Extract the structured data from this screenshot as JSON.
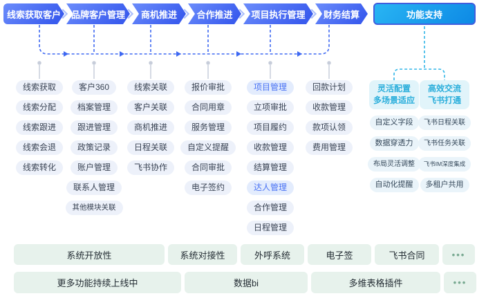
{
  "flow": {
    "stages": [
      "线索获取客户",
      "品牌客户管理",
      "商机推进",
      "合作推进",
      "项目执行管理",
      "财务结算"
    ],
    "support_label": "功能支持"
  },
  "columns": [
    {
      "stage": "线索获取客户",
      "items": [
        {
          "label": "线索获取"
        },
        {
          "label": "线索分配"
        },
        {
          "label": "线索跟进"
        },
        {
          "label": "线索会退"
        },
        {
          "label": "线索转化"
        }
      ]
    },
    {
      "stage": "品牌客户管理",
      "items": [
        {
          "label": "客户360"
        },
        {
          "label": "档案管理"
        },
        {
          "label": "跟进管理"
        },
        {
          "label": "政策记录"
        },
        {
          "label": "账户管理"
        },
        {
          "label": "联系人管理"
        },
        {
          "label": "其他模块关联"
        }
      ]
    },
    {
      "stage": "商机推进",
      "items": [
        {
          "label": "线索关联"
        },
        {
          "label": "客户关联"
        },
        {
          "label": "商机推进"
        },
        {
          "label": "日程关联"
        },
        {
          "label": "飞书协作"
        }
      ]
    },
    {
      "stage": "合作推进",
      "items": [
        {
          "label": "报价审批"
        },
        {
          "label": "合同用章"
        },
        {
          "label": "服务管理"
        },
        {
          "label": "自定义提醒"
        },
        {
          "label": "合同审批"
        },
        {
          "label": "电子签约"
        }
      ]
    },
    {
      "stage": "项目执行管理",
      "items": [
        {
          "label": "项目管理",
          "highlight": true
        },
        {
          "label": "立项审批"
        },
        {
          "label": "项目履约"
        },
        {
          "label": "收款管理"
        },
        {
          "label": "结算管理"
        },
        {
          "label": "达人管理",
          "highlight": true
        },
        {
          "label": "合作管理"
        },
        {
          "label": "日程管理"
        }
      ]
    },
    {
      "stage": "财务结算",
      "items": [
        {
          "label": "回款计划"
        },
        {
          "label": "收款管理"
        },
        {
          "label": "款项认领"
        },
        {
          "label": "费用管理"
        }
      ]
    }
  ],
  "support": {
    "groups": [
      {
        "title_lines": [
          "灵活配置",
          "多场景适应"
        ],
        "items": [
          "自定义字段",
          "数据穿透力",
          "布局灵活调整",
          "自动化提醒"
        ]
      },
      {
        "title_lines": [
          "高效交流",
          "飞书打通"
        ],
        "items": [
          "飞书日程关联",
          "飞书任务关联",
          "飞书IM深度集成",
          "多租户共用"
        ]
      }
    ]
  },
  "bottom": {
    "rows": [
      [
        "系统开放性",
        "系统对接性",
        "外呼系统",
        "电子签",
        "飞书合同",
        "•••"
      ],
      [
        "更多功能持续上线中",
        "数据bi",
        "多维表格插件",
        "•••"
      ]
    ]
  },
  "colors": {
    "flow_pill_gradient_start": "#6b8cfb",
    "flow_pill_gradient_end": "#3a5cee",
    "support_button_fill": "#0d89e5",
    "support_button_border": "#3f5ede",
    "connector_blue": "#3e68f2",
    "connector_gray": "#c7cdda",
    "connector_cyan": "#31b6e8",
    "pill_bg": "#edf1fa",
    "pill_text": "#3a4454",
    "pill_highlight_bg": "#e3ecfd",
    "pill_highlight_text": "#4a73f4",
    "support_header_bg": "#e1f4fa",
    "support_header_text": "#2aaedb",
    "support_pill_bg": "#eaf4fa",
    "bottom_bar_bg": "#e7f2ec",
    "bottom_bar_text": "#242d34",
    "bottom_dots": "#79aa92"
  }
}
